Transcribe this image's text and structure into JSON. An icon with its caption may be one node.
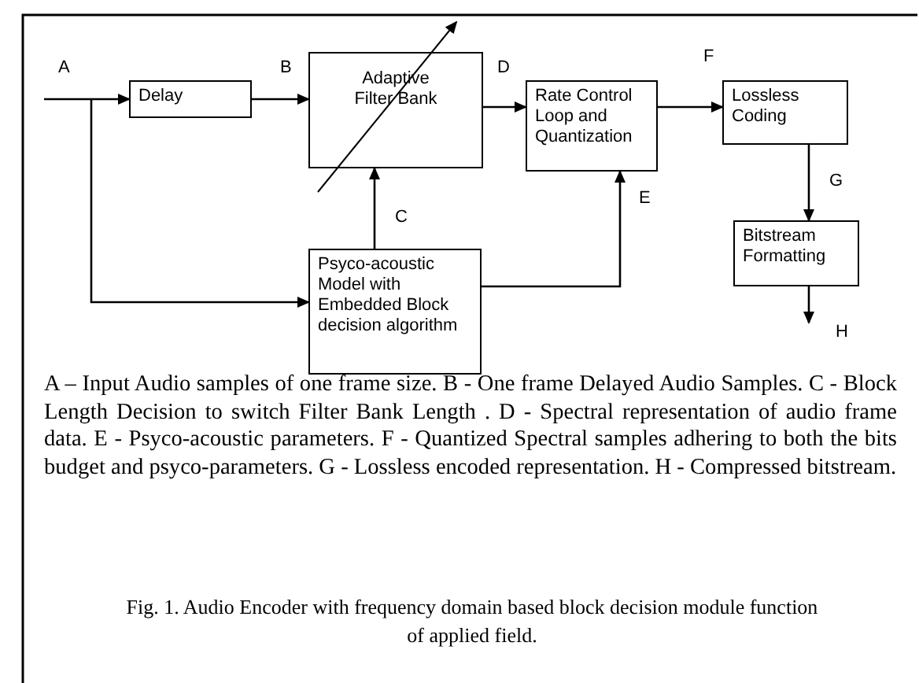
{
  "diagram": {
    "caption": "Fig. 1.  Audio Encoder with frequency domain based block decision module function of applied field.",
    "nodes": [
      {
        "text": [
          "Delay"
        ]
      },
      {
        "text": [
          "Adaptive Filter Bank"
        ]
      },
      {
        "text": [
          "Rate Control Loop and Quantization"
        ]
      },
      {
        "text": [
          "Lossless Coding"
        ]
      },
      {
        "text": [
          "Bitstream Formatting"
        ]
      },
      {
        "text": [
          "Psyco-acoustic Model with Embedded Block decision algorithm"
        ]
      }
    ],
    "edges": [
      {
        "from": null,
        "to": 0,
        "arrow": "to",
        "label": "A"
      },
      {
        "from": null,
        "to": 5,
        "arrow": "to"
      },
      {
        "from": 0,
        "to": 1,
        "arrow": "to",
        "label": "B"
      },
      {
        "from": 5,
        "to": 1,
        "arrow": "to",
        "label": "C"
      },
      {
        "from": 1,
        "to": 2,
        "arrow": "to",
        "label": "D"
      },
      {
        "from": 5,
        "to": 2,
        "arrow": "to",
        "label": "E"
      },
      {
        "from": 2,
        "to": 3,
        "arrow": "to",
        "label": "F"
      },
      {
        "from": 3,
        "to": 4,
        "arrow": "to",
        "label": "G"
      },
      {
        "from": 4,
        "to": null,
        "arrow": "to",
        "label": "H"
      }
    ],
    "labels": [
      "A –  Input Audio samples of one frame size. B - One frame Delayed Audio Samples. C - Block Length Decision to switch Filter Bank Length . D - Spectral representation of audio frame data. E - Psyco-acoustic parameters. F - Quantized Spectral samples adhering to both the bits budget and psyco-parameters. G - Lossless encoded representation. H - Compressed bitstream."
    ]
  }
}
